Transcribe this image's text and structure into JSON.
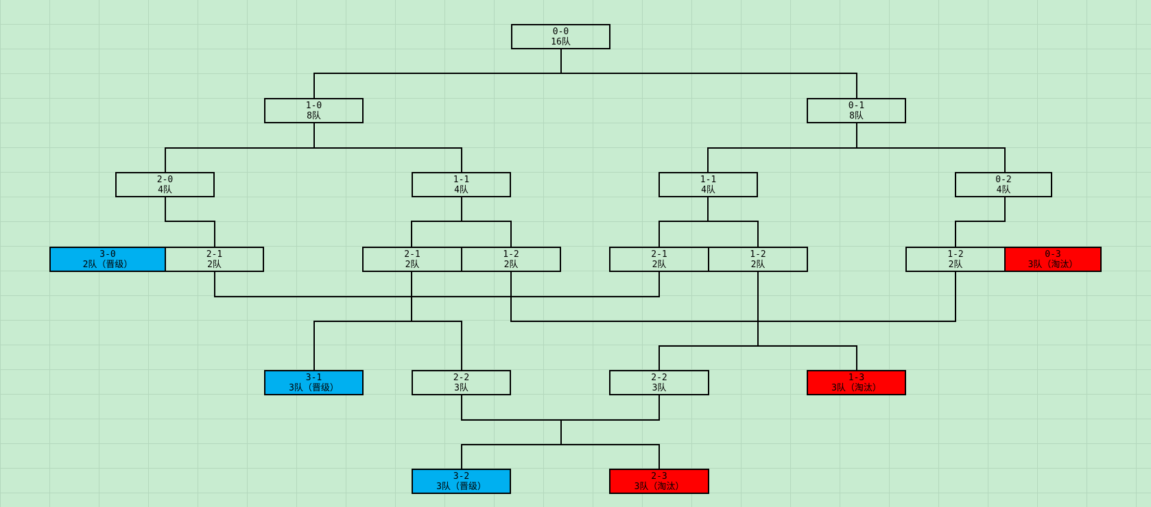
{
  "colors": {
    "advance": "#00b0f0",
    "eliminate": "#ff0000",
    "background": "#c8ecd0",
    "grid": "#b4d8bd"
  },
  "nodes": [
    {
      "id": "r0_00",
      "record": "0-0",
      "teams": "16队",
      "status": "normal"
    },
    {
      "id": "r1_10",
      "record": "1-0",
      "teams": "8队",
      "status": "normal"
    },
    {
      "id": "r1_01",
      "record": "0-1",
      "teams": "8队",
      "status": "normal"
    },
    {
      "id": "r2_20",
      "record": "2-0",
      "teams": "4队",
      "status": "normal"
    },
    {
      "id": "r2_11a",
      "record": "1-1",
      "teams": "4队",
      "status": "normal"
    },
    {
      "id": "r2_11b",
      "record": "1-1",
      "teams": "4队",
      "status": "normal"
    },
    {
      "id": "r2_02",
      "record": "0-2",
      "teams": "4队",
      "status": "normal"
    },
    {
      "id": "r3_30",
      "record": "3-0",
      "teams": "2队（晋级）",
      "status": "advance"
    },
    {
      "id": "r3_21a",
      "record": "2-1",
      "teams": "2队",
      "status": "normal"
    },
    {
      "id": "r3_21b",
      "record": "2-1",
      "teams": "2队",
      "status": "normal"
    },
    {
      "id": "r3_12a",
      "record": "1-2",
      "teams": "2队",
      "status": "normal"
    },
    {
      "id": "r3_21c",
      "record": "2-1",
      "teams": "2队",
      "status": "normal"
    },
    {
      "id": "r3_12b",
      "record": "1-2",
      "teams": "2队",
      "status": "normal"
    },
    {
      "id": "r3_12c",
      "record": "1-2",
      "teams": "2队",
      "status": "normal"
    },
    {
      "id": "r3_03",
      "record": "0-3",
      "teams": "3队（淘汰）",
      "status": "eliminate"
    },
    {
      "id": "r4_31",
      "record": "3-1",
      "teams": "3队（晋级）",
      "status": "advance"
    },
    {
      "id": "r4_22a",
      "record": "2-2",
      "teams": "3队",
      "status": "normal"
    },
    {
      "id": "r4_22b",
      "record": "2-2",
      "teams": "3队",
      "status": "normal"
    },
    {
      "id": "r4_13",
      "record": "1-3",
      "teams": "3队（淘汰）",
      "status": "eliminate"
    },
    {
      "id": "r5_32",
      "record": "3-2",
      "teams": "3队（晋级）",
      "status": "advance"
    },
    {
      "id": "r5_23",
      "record": "2-3",
      "teams": "3队（淘汰）",
      "status": "eliminate"
    }
  ]
}
